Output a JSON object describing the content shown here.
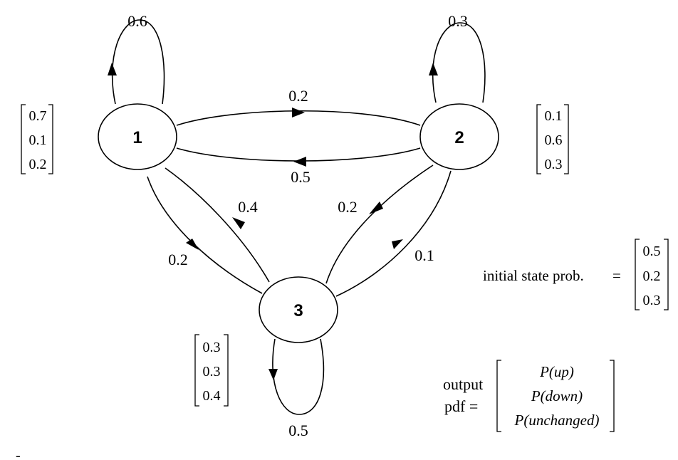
{
  "states": [
    {
      "id": "1",
      "label": "1",
      "self_loop_prob": "0.6",
      "emission": [
        "0.7",
        "0.1",
        "0.2"
      ]
    },
    {
      "id": "2",
      "label": "2",
      "self_loop_prob": "0.3",
      "emission": [
        "0.1",
        "0.6",
        "0.3"
      ]
    },
    {
      "id": "3",
      "label": "3",
      "self_loop_prob": "0.5",
      "emission": [
        "0.3",
        "0.3",
        "0.4"
      ]
    }
  ],
  "transitions": {
    "t12": "0.2",
    "t21": "0.5",
    "t13": "0.2",
    "t31": "0.4",
    "t23": "0.2",
    "t32": "0.1"
  },
  "initial_state": {
    "label": "initial state prob.",
    "equals": "=",
    "values": [
      "0.5",
      "0.2",
      "0.3"
    ]
  },
  "output_pdf": {
    "label_line1": "output",
    "label_line2": "pdf =",
    "entries": [
      "P(up)",
      "P(down)",
      "P(unchanged)"
    ]
  },
  "stray_marks": {
    "bottom_left_dash": "-"
  }
}
